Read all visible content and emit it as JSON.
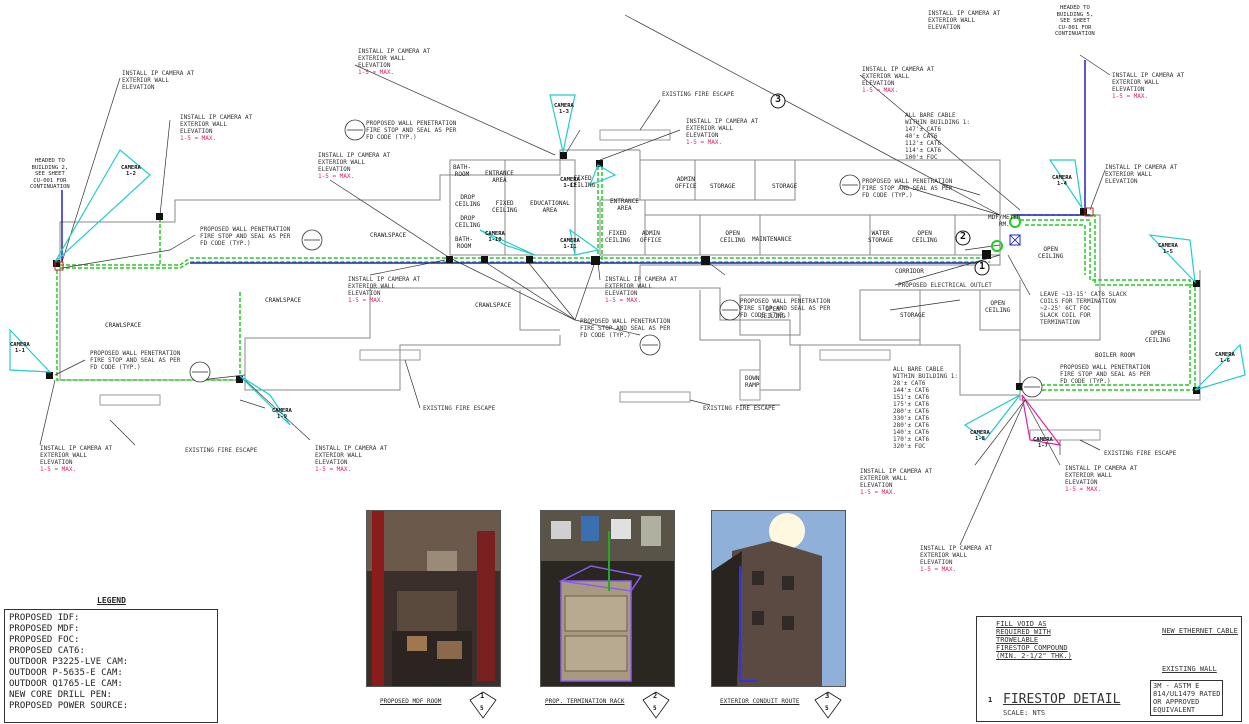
{
  "headed_left": "HEADED TO\nBUILDING 2,\nSEE SHEET\nCU-001 FOR\nCONTINUATION",
  "headed_right": "HEADED TO\nBUILDING 5,\nSEE SHEET\nCU-001 FOR\nCONTINUATION",
  "rooms": {
    "crawlspace_1": "CRAWLSPACE",
    "crawlspace_2": "CRAWLSPACE",
    "crawlspace_3": "CRAWLSPACE",
    "crawlspace_4": "CRAWLSPACE",
    "bathroom_1": "BATH-\nROOM",
    "bathroom_2": "BATH-\nROOM",
    "drop_ceiling_1": "DROP\nCEILING",
    "drop_ceiling_2": "DROP\nCEILING",
    "entrance_area_1": "ENTRANCE\nAREA",
    "entrance_area_2": "ENTRANCE\nAREA",
    "fixed_ceiling_1": "FIXED\nCEILING",
    "fixed_ceiling_2": "FIXED\nCEILING",
    "fixed_ceiling_3": "FIXED\nCEILING",
    "educational_area": "EDUCATIONAL\nAREA",
    "admin_office_1": "ADMIN\nOFFICE",
    "admin_office_2": "ADMIN\nOFFICE",
    "storage_1": "STORAGE",
    "storage_2": "STORAGE",
    "storage_3": "STORAGE",
    "open_ceiling_1": "OPEN\nCEILING",
    "open_ceiling_2": "OPEN\nCEILING",
    "open_ceiling_3": "OPEN\nCEILING",
    "open_ceiling_4": "OPEN\nCEILING",
    "open_ceiling_5": "OPEN\nCEILING",
    "open_ceiling_6": "OPEN\nCEILING",
    "maintenance": "MAINTENANCE",
    "water_storage": "WATER\nSTORAGE",
    "corridor": "CORRIDOR",
    "boiler_room": "BOILER ROOM",
    "down_ramp": "DOWN\nRAMP",
    "mdf_meter_rm": "MDF/METER\nRM."
  },
  "fire_escapes": {
    "top": "EXISTING FIRE ESCAPE",
    "bottom_left": "EXISTING FIRE ESCAPE",
    "bottom_mid": "EXISTING FIRE ESCAPE",
    "right": "EXISTING FIRE ESCAPE"
  },
  "penetration_notes": {
    "p1": "PROPOSED WALL PENETRATION\nFIRE STOP AND SEAL AS PER\nFD CODE (TYP.)",
    "p2": "PROPOSED WALL PENETRATION\nFIRE STOP AND SEAL AS PER\nFD CODE (TYP.)",
    "p3": "PROPOSED WALL PENETRATION\nFIRE STOP AND SEAL AS PER\nFD CODE (TYP.)",
    "p4": "PROPOSED WALL PENETRATION\nFIRE STOP AND SEAL AS PER\nFD CODE (TYP.)",
    "p5": "PROPOSED WALL PENETRATION\nFIRE STOP AND SEAL AS PER\nFD CODE (TYP.)",
    "p6": "PROPOSED WALL PENETRATION\nFIRE STOP AND SEAL AS PER\nFD CODE (TYP.)",
    "p7": "PROPOSED WALL PENETRATION\nFIRE STOP AND SEAL AS PER\nFD CODE (TYP.)"
  },
  "cable_summary_1": "ALL BARE CABLE\nWITHIN BUILDING 1:\n147'± CAT6\n40'± CAT6\n112'± CAT6\n114'± CAT6\n100'± FOC",
  "cable_summary_2": "ALL BARE CABLE\nWITHIN BUILDING 1:\n28'± CAT6\n144'± CAT6\n151'± CAT6\n175'± CAT6\n280'± CAT6\n330'± CAT6\n280'± CAT6\n140'± CAT6\n170'± CAT6\n320'± FOC",
  "electrical_outlet": "PROPOSED ELECTRICAL OUTLET",
  "slack_note": "LEAVE ~13-15' CAT6 SLACK\nCOILS FOR TERMINATION\n~2-25' 6CT FOC\nSLACK COIL FOR\nTERMINATION",
  "install_note_black": "INSTALL IP CAMERA AT\nEXTERIOR WALL\nELEVATION",
  "install_note_red": "1-5 = MAX.",
  "cameras": [
    {
      "label": "CAMERA\n1-1"
    },
    {
      "label": "CAMERA\n1-2"
    },
    {
      "label": "CAMERA\n1-3"
    },
    {
      "label": "CAMERA\n1-4"
    },
    {
      "label": "CAMERA\n1-5"
    },
    {
      "label": "CAMERA\n1-6"
    },
    {
      "label": "CAMERA\n1-7"
    },
    {
      "label": "CAMERA\n1-8"
    },
    {
      "label": "CAMERA\n1-9"
    },
    {
      "label": "CAMERA\n1-10"
    },
    {
      "label": "CAMERA\n1-11"
    },
    {
      "label": "CAMERA\n1-12"
    }
  ],
  "markers": {
    "m1": "1",
    "m2": "2",
    "m3": "3"
  },
  "photos": [
    {
      "caption": "PROPOSED MDF ROOM",
      "num": "1",
      "sheet": "5"
    },
    {
      "caption": "PROP. TERMINATION RACK",
      "num": "2",
      "sheet": "5"
    },
    {
      "caption": "EXTERIOR CONDUIT ROUTE",
      "num": "3",
      "sheet": "5"
    }
  ],
  "legend": {
    "title": "LEGEND",
    "rows": [
      "PROPOSED IDF:",
      "PROPOSED MDF:",
      "PROPOSED FOC:",
      "PROPOSED CAT6:",
      "OUTDOOR P3225-LVE CAM:",
      "OUTDOOR P-5635-E CAM:",
      "OUTDOOR Q1765-LE CAM:",
      "NEW CORE DRILL PEN:",
      "PROPOSED POWER SOURCE:"
    ]
  },
  "firestop": {
    "fill_note": "FILL VOID AS\nREQUIRED WITH\nTROWELABLE\nFIRESTOP COMPOUND\n(MIN. 2-1/2\" THK.)",
    "new_cable": "NEW ETHERNET CABLE",
    "existing_wall": "EXISTING WALL",
    "rating": "3M - ASTM E\n814/UL1479 RATED\nOR APPROVED\nEQUIVALENT",
    "title": "FIRESTOP DETAIL",
    "scale": "SCALE: NTS",
    "num": "1"
  },
  "colors": {
    "cat6": "#22cc22",
    "foc": "#2222cc",
    "camera_cyan": "#22cccc",
    "camera_magenta": "#dd22aa",
    "note_red": "#e0245e"
  }
}
